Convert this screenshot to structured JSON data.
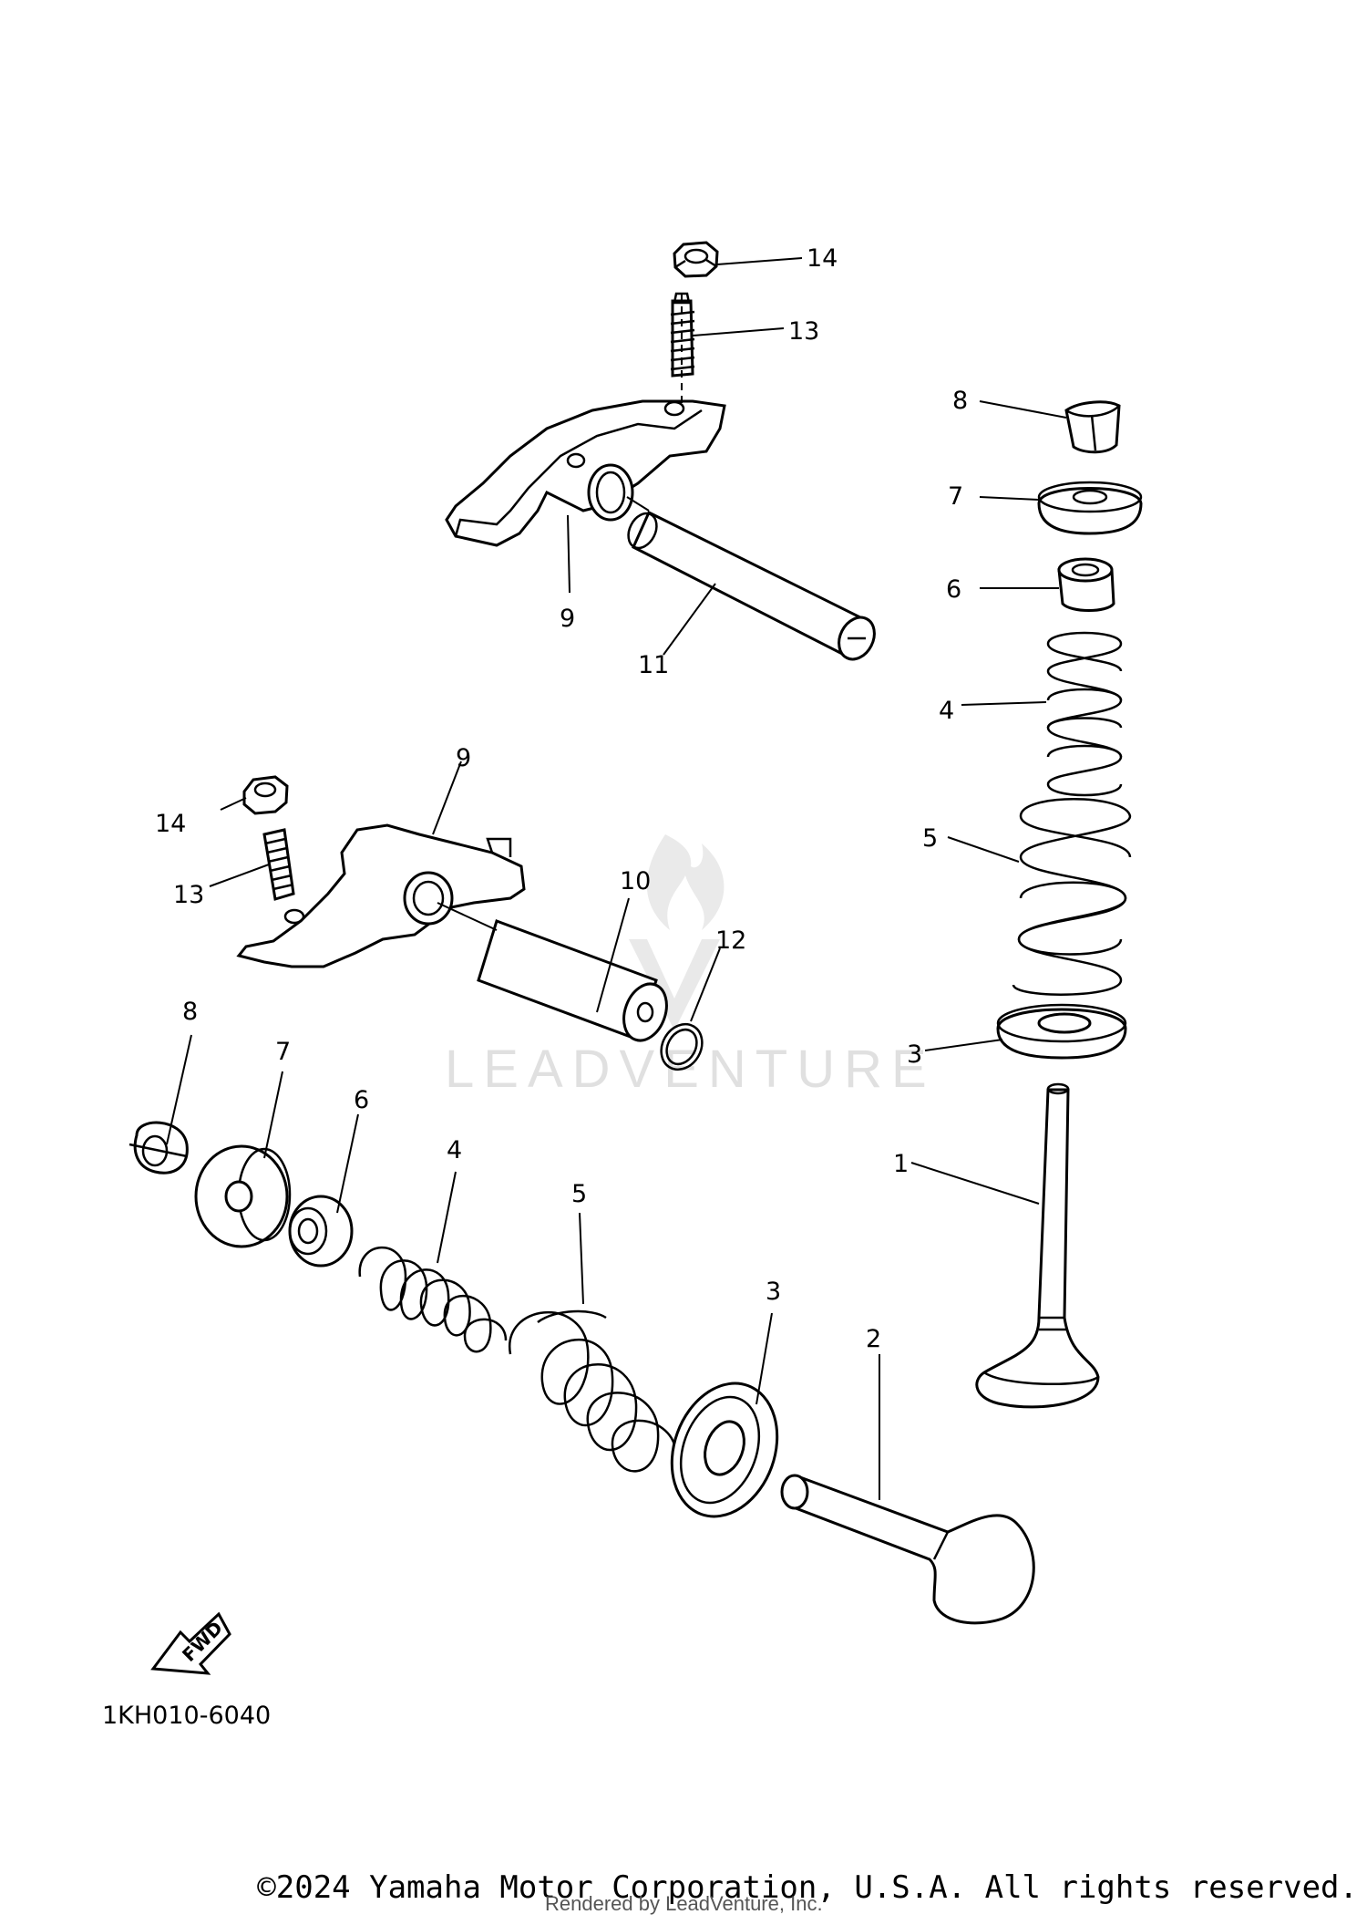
{
  "diagram": {
    "callouts": {
      "p1": "1",
      "p2": "2",
      "p3a": "3",
      "p3b": "3",
      "p4a": "4",
      "p4b": "4",
      "p5a": "5",
      "p5b": "5",
      "p6a": "6",
      "p6b": "6",
      "p7a": "7",
      "p7b": "7",
      "p8a": "8",
      "p8b": "8",
      "p9a": "9",
      "p9b": "9",
      "p10": "10",
      "p11": "11",
      "p12": "12",
      "p13a": "13",
      "p13b": "13",
      "p14a": "14",
      "p14b": "14"
    },
    "fwd_label": "FWD",
    "drawing_code": "1KH010-6040"
  },
  "watermark": {
    "text": "LEADVENTURE"
  },
  "footer": {
    "copyright": "©2024 Yamaha Motor Corporation, U.S.A. All rights reserved.",
    "rendered_by": "Rendered by LeadVenture, Inc."
  }
}
